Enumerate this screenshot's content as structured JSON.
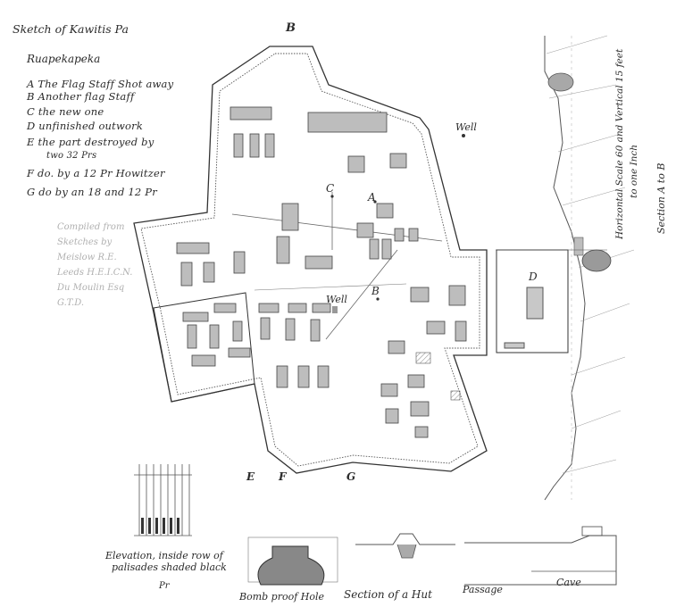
{
  "title": "Sketch of Kawitis Pa",
  "subtitle": "Ruapekapeka",
  "legend": [
    "A  The Flag Staff Shot away",
    "B  Another flag Staff",
    "C  the new one",
    "D  unfinished outwork",
    "E  the part destroyed by",
    "two 32 Prs",
    "F  do. by a 12 Pr Howitzer",
    "G  do by an 18 and 12 Pr"
  ],
  "compiled_note": [
    "Compiled from",
    "Sketches by",
    "Meislow R.E.",
    "Leeds H.E.I.C.N.",
    "Du Moulin Esq",
    "G.T.D."
  ],
  "labels": {
    "a": "A",
    "b": "B",
    "c": "C",
    "d": "D",
    "e": "E",
    "f": "F",
    "g": "G",
    "b_top": "B",
    "well_1": "Well",
    "well_2": "Well"
  },
  "scale_note": [
    "Horizontal Scale 60 and Vertical 15 feet",
    "to one Inch"
  ],
  "section_label": "Section A to B",
  "captions": {
    "elevation": [
      "Elevation, inside row of",
      "palisades shaded black"
    ],
    "bomb_proof": "Bomb proof Hole",
    "hut_section": "Section of a Hut",
    "passage": "Passage",
    "cave": "Cave",
    "pr": "Pr"
  }
}
